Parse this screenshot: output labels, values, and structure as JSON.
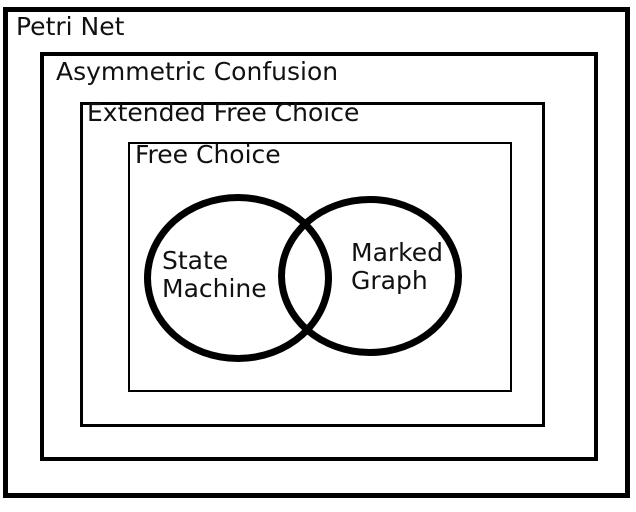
{
  "diagram": {
    "background_color": "#ffffff",
    "line_color": "#000000",
    "text_color": "#111111",
    "nested_sets": [
      {
        "label": "Petri Net"
      },
      {
        "label": "Asymmetric Confusion"
      },
      {
        "label": "Extended Free Choice"
      },
      {
        "label": "Free Choice"
      }
    ],
    "overlapping_sets": [
      {
        "line1": "State",
        "line2": "Machine"
      },
      {
        "line1": "Marked",
        "line2": "Graph"
      }
    ]
  }
}
